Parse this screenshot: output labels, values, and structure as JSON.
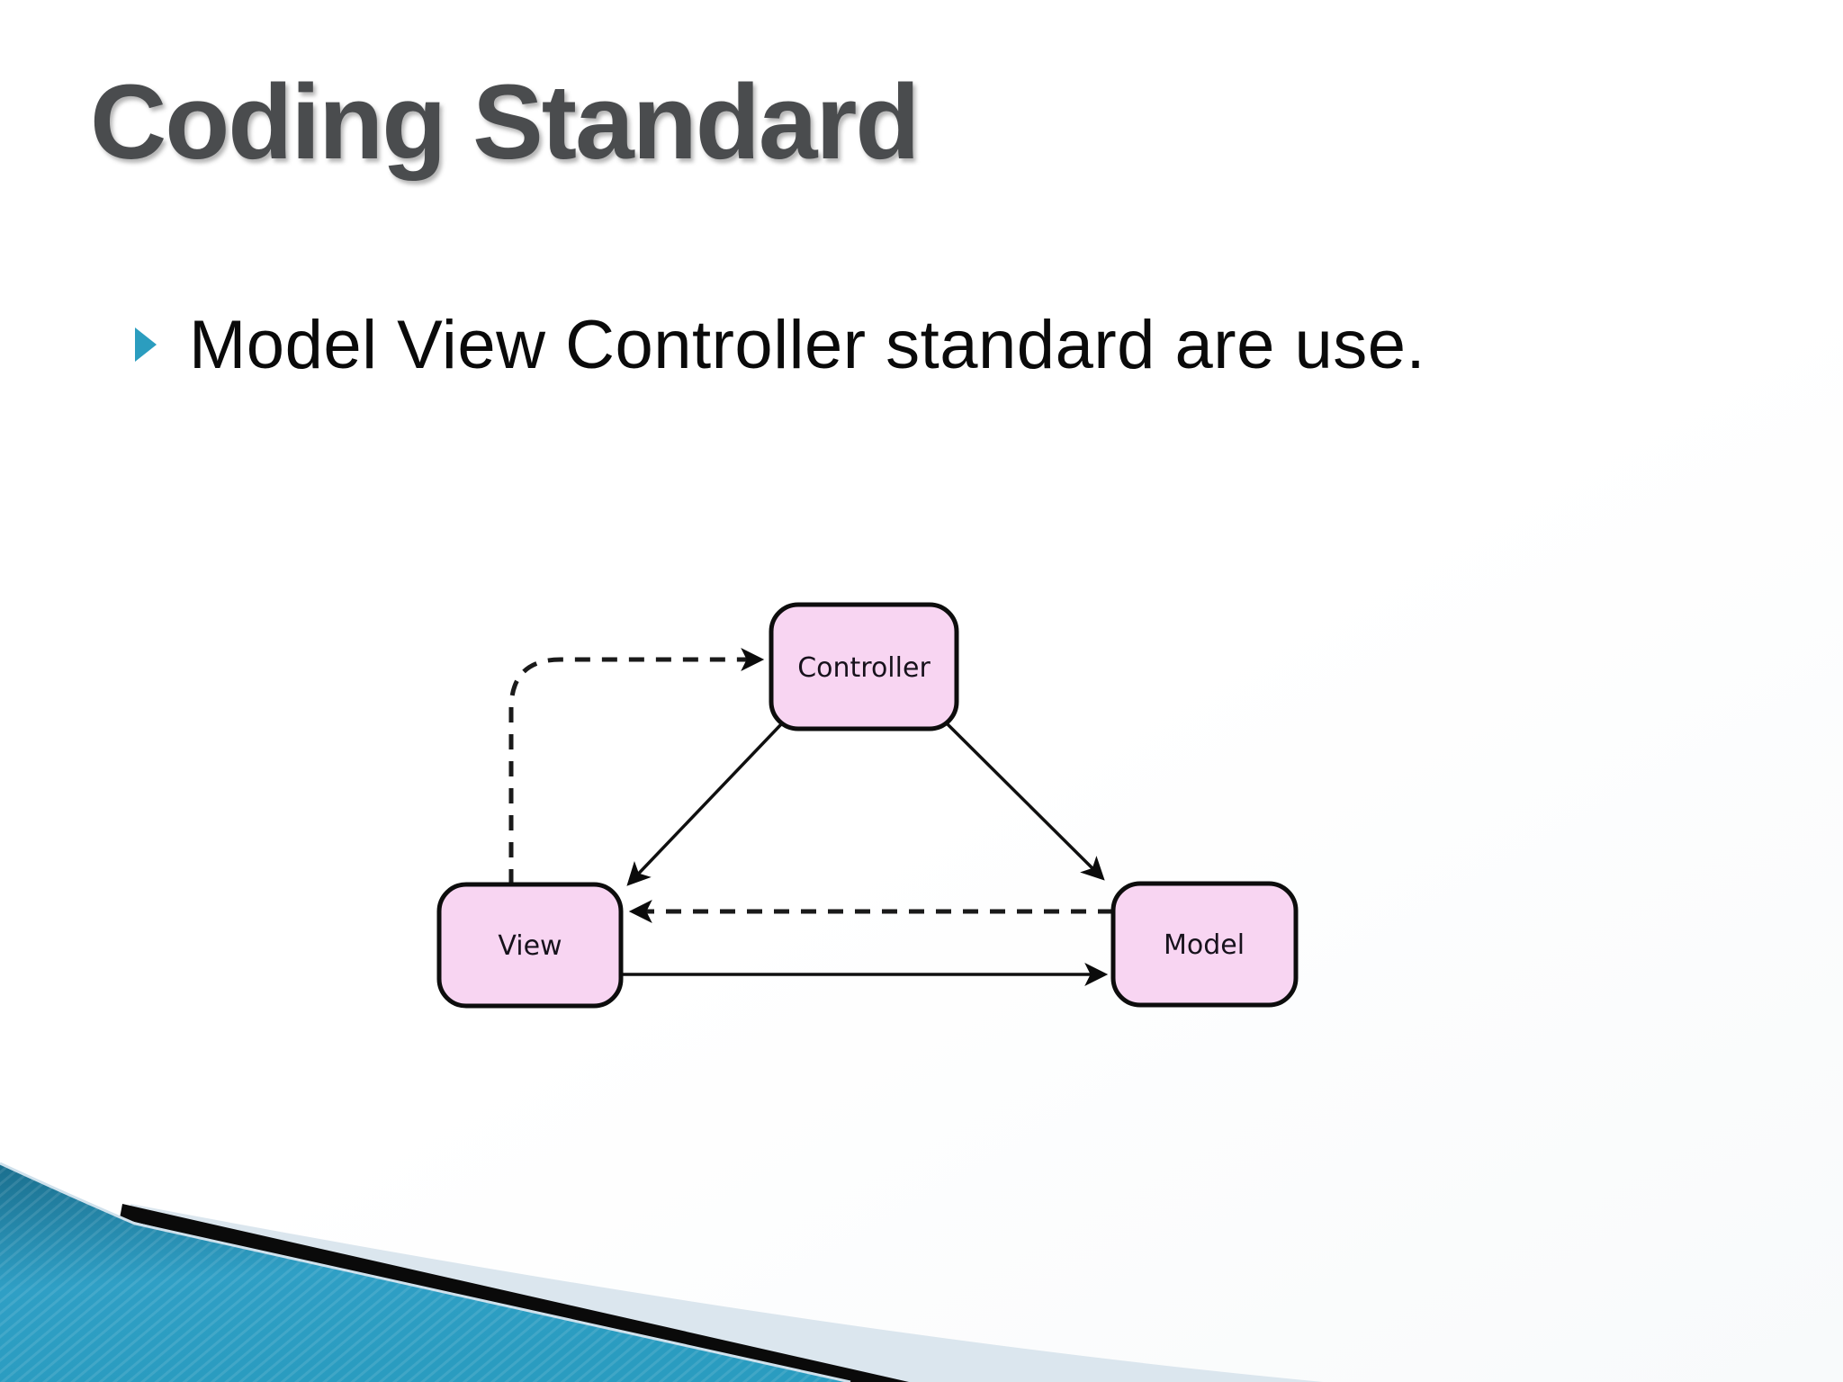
{
  "slide": {
    "title": "Coding Standard",
    "bullet_text": "Model View Controller standard are use.",
    "diagram": {
      "nodes": {
        "controller": {
          "label": "Controller"
        },
        "view": {
          "label": "View"
        },
        "model": {
          "label": "Model"
        }
      },
      "edges": [
        {
          "name": "view-to-controller",
          "style": "dashed"
        },
        {
          "name": "controller-to-view",
          "style": "solid"
        },
        {
          "name": "controller-to-model",
          "style": "solid"
        },
        {
          "name": "model-to-view",
          "style": "dashed"
        },
        {
          "name": "view-to-model",
          "style": "solid"
        }
      ],
      "node_fill": "#f8d5f2",
      "node_border": "#0d0d0d"
    },
    "colors": {
      "title_text": "#4a4c4e",
      "body_text": "#0a0a0a",
      "bullet_marker": "#2b9dbf",
      "ribbon_teal_dark": "#1a6e8d",
      "ribbon_teal_light": "#33a7cc",
      "ribbon_black": "#0a0a0a",
      "ribbon_steel": "#dbe6ee"
    }
  }
}
